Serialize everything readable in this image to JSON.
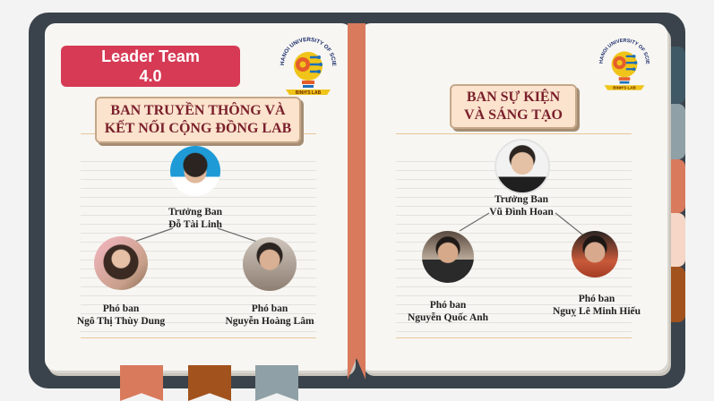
{
  "colors": {
    "cover": "#3a434b",
    "accent": "#d63a55",
    "spine": "#d97a5d",
    "box_fill": "#fbe3cd",
    "box_text": "#7a1f2b"
  },
  "leader_badge": {
    "line1": "Leader Team",
    "line2": "4.0"
  },
  "left_team": {
    "title_line1": "BAN TRUYỀN THÔNG VÀ",
    "title_line2": "KẾT NỐI CỘNG ĐỒNG LAB",
    "head": {
      "role": "Trưởng Ban",
      "name": "Đỗ Tài Linh"
    },
    "deputies": [
      {
        "role": "Phó ban",
        "name": "Ngô Thị Thùy Dung"
      },
      {
        "role": "Phó ban",
        "name": "Nguyễn Hoàng Lâm"
      }
    ]
  },
  "right_team": {
    "title_line1": "BAN SỰ KIỆN",
    "title_line2": "VÀ SÁNG TẠO",
    "head": {
      "role": "Trưởng Ban",
      "name": "Vũ Đình Hoan"
    },
    "deputies": [
      {
        "role": "Phó ban",
        "name": "Nguyễn Quốc Anh"
      },
      {
        "role": "Phó ban",
        "name": "Nguỵ Lê Minh Hiếu"
      }
    ]
  },
  "logo": {
    "ring_text": "HANOI UNIVERSITY OF SCIENCE AND TECHNOLOGY",
    "banner_text": "BINH'S LAB"
  }
}
